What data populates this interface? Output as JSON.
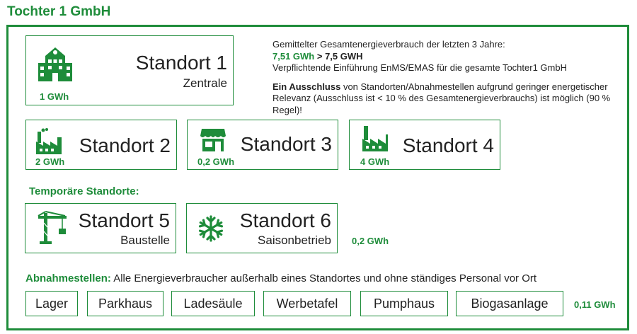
{
  "title": "Tochter 1 GmbH",
  "info": {
    "line1": "Gemittelter Gesamtenergieverbrauch der letzten 3 Jahre:",
    "value_green": "7,51 GWh",
    "value_rest": " > 7,5 GWH",
    "line3": "Verpflichtende Einführung EnMS/EMAS für die gesamte Tochter1 GmbH",
    "exclusion_bold": "Ein Ausschluss",
    "exclusion_rest": " von Standorten/Abnahmestellen aufgrund geringer energetischer Relevanz (Ausschluss ist < 10 % des Gesamtenergieverbrauchs) ist möglich (90 % Regel)!"
  },
  "standorte": [
    {
      "name": "Standort 1",
      "sub": "Zentrale",
      "value": "1 GWh",
      "icon": "building-icon"
    },
    {
      "name": "Standort 2",
      "value": "2 GWh",
      "icon": "factory-icon"
    },
    {
      "name": "Standort 3",
      "value": "0,2 GWh",
      "icon": "shop-icon"
    },
    {
      "name": "Standort 4",
      "value": "4 GWh",
      "icon": "factory-icon"
    }
  ],
  "temporary_heading": "Temporäre Standorte:",
  "temporary": [
    {
      "name": "Standort 5",
      "sub": "Baustelle",
      "icon": "crane-icon"
    },
    {
      "name": "Standort 6",
      "sub": "Saisonbetrieb",
      "icon": "snowflake-icon"
    }
  ],
  "temporary_value": "0,2 GWh",
  "abnahmestellen": {
    "label": "Abnahmestellen:",
    "text": " Alle Energieverbraucher außerhalb eines Standortes und ohne ständiges Personal vor Ort",
    "items": [
      "Lager",
      "Parkhaus",
      "Ladesäule",
      "Werbetafel",
      "Pumphaus",
      "Biogasanlage"
    ],
    "value": "0,11 GWh"
  },
  "colors": {
    "accent": "#1e8c3a"
  }
}
